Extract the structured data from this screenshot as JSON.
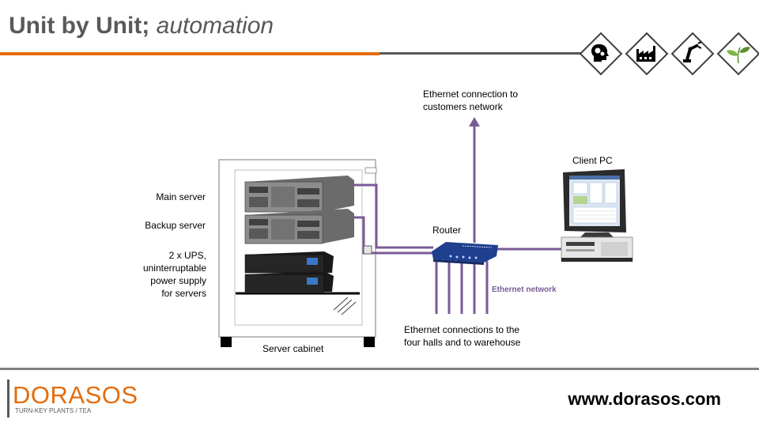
{
  "header": {
    "title_main": "Unit by Unit;",
    "title_italic": "automation",
    "icons": [
      "head-gears-icon",
      "factory-icon",
      "robot-arm-icon",
      "tea-leaf-icon"
    ]
  },
  "diagram": {
    "labels": {
      "ethernet_customers": [
        "Ethernet connection to",
        "customers network"
      ],
      "client_pc": "Client PC",
      "main_server": "Main server",
      "backup_server": "Backup server",
      "ups": [
        "2 x UPS,",
        "uninterruptable",
        "power supply",
        "for servers"
      ],
      "router": "Router",
      "ethernet_network": "Ethernet network",
      "ethernet_halls": [
        "Ethernet connections to the",
        "four halls and to warehouse"
      ],
      "server_cabinet": "Server  cabinet"
    },
    "colors": {
      "line": "#7a5b96",
      "accent": "#e46c0a",
      "text_gray": "#595959"
    }
  },
  "footer": {
    "logo": "DORASOS",
    "tagline": "TURN-KEY PLANTS / TEA",
    "url": "www.dorasos.com"
  }
}
